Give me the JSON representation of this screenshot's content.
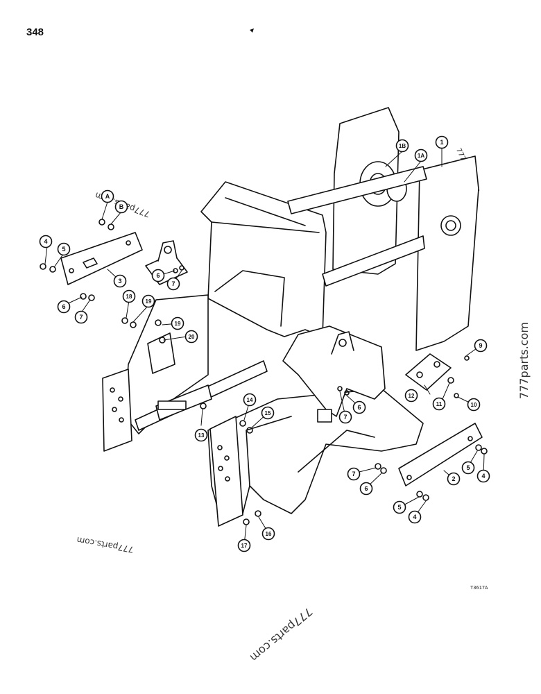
{
  "page": {
    "number": "348",
    "figure_code": "T3617A"
  },
  "watermarks": [
    "777parts.com",
    "777parts.com",
    "777parts.com",
    "777parts.com",
    "777parts.com"
  ],
  "callouts": [
    {
      "id": "c-1",
      "label": "1"
    },
    {
      "id": "c-1a",
      "label": "1A"
    },
    {
      "id": "c-1b",
      "label": "1B"
    },
    {
      "id": "c-a",
      "label": "A"
    },
    {
      "id": "c-b",
      "label": "B"
    },
    {
      "id": "c-4a",
      "label": "4"
    },
    {
      "id": "c-5a",
      "label": "5"
    },
    {
      "id": "c-3",
      "label": "3"
    },
    {
      "id": "c-6a",
      "label": "6"
    },
    {
      "id": "c-7a",
      "label": "7"
    },
    {
      "id": "c-6b",
      "label": "6"
    },
    {
      "id": "c-7b",
      "label": "7"
    },
    {
      "id": "c-18",
      "label": "18"
    },
    {
      "id": "c-19a",
      "label": "19"
    },
    {
      "id": "c-19b",
      "label": "19"
    },
    {
      "id": "c-20",
      "label": "20"
    },
    {
      "id": "c-13",
      "label": "13"
    },
    {
      "id": "c-14",
      "label": "14"
    },
    {
      "id": "c-15",
      "label": "15"
    },
    {
      "id": "c-7c",
      "label": "7"
    },
    {
      "id": "c-6c",
      "label": "6"
    },
    {
      "id": "c-9",
      "label": "9"
    },
    {
      "id": "c-12",
      "label": "12"
    },
    {
      "id": "c-11",
      "label": "11"
    },
    {
      "id": "c-10",
      "label": "10"
    },
    {
      "id": "c-2",
      "label": "2"
    },
    {
      "id": "c-5b",
      "label": "5"
    },
    {
      "id": "c-4b",
      "label": "4"
    },
    {
      "id": "c-7d",
      "label": "7"
    },
    {
      "id": "c-6d",
      "label": "6"
    },
    {
      "id": "c-5c",
      "label": "5"
    },
    {
      "id": "c-4c",
      "label": "4"
    },
    {
      "id": "c-17",
      "label": "17"
    },
    {
      "id": "c-16",
      "label": "16"
    }
  ]
}
